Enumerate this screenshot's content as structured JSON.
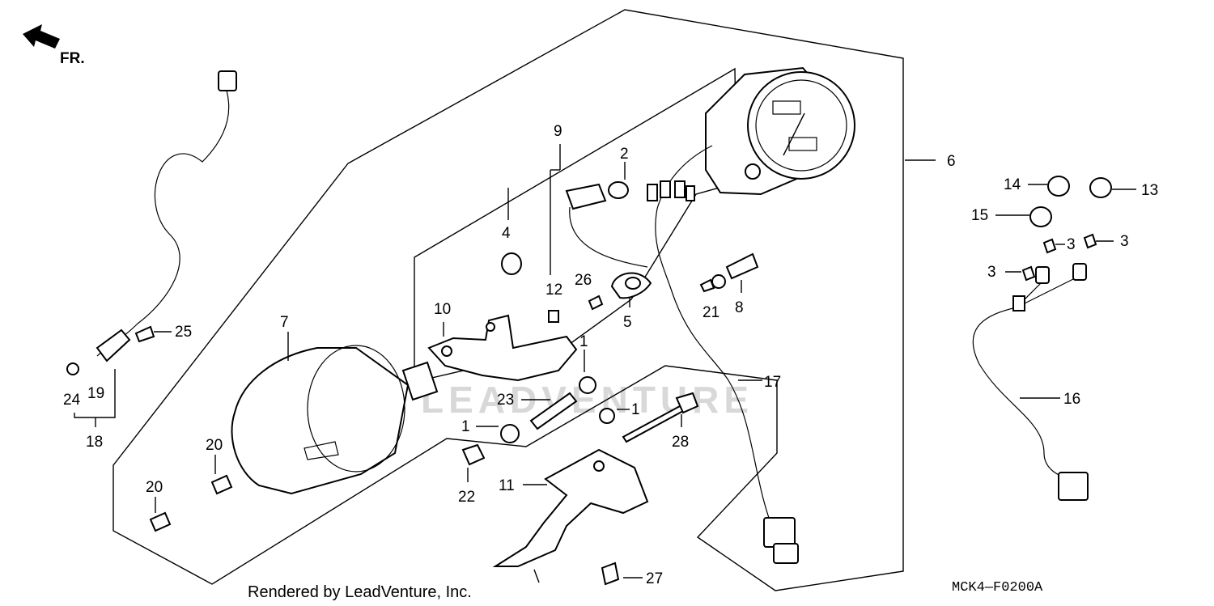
{
  "diagram": {
    "direction_label": "FR.",
    "watermark": "LEADVENTURE",
    "credit": "Rendered by LeadVenture, Inc.",
    "figure_code": "MCK4—F0200A",
    "callouts": {
      "c1a": "1",
      "c1b": "1",
      "c1c": "1",
      "c2": "2",
      "c3a": "3",
      "c3b": "3",
      "c3c": "3",
      "c4": "4",
      "c5": "5",
      "c6": "6",
      "c7": "7",
      "c8": "8",
      "c9": "9",
      "c10": "10",
      "c11": "11",
      "c12": "12",
      "c13": "13",
      "c14": "14",
      "c15": "15",
      "c16": "16",
      "c17": "17",
      "c18": "18",
      "c19": "19",
      "c20a": "20",
      "c20b": "20",
      "c21": "21",
      "c22": "22",
      "c23": "23",
      "c24": "24",
      "c25": "25",
      "c26": "26",
      "c27": "27",
      "c28": "28"
    }
  }
}
